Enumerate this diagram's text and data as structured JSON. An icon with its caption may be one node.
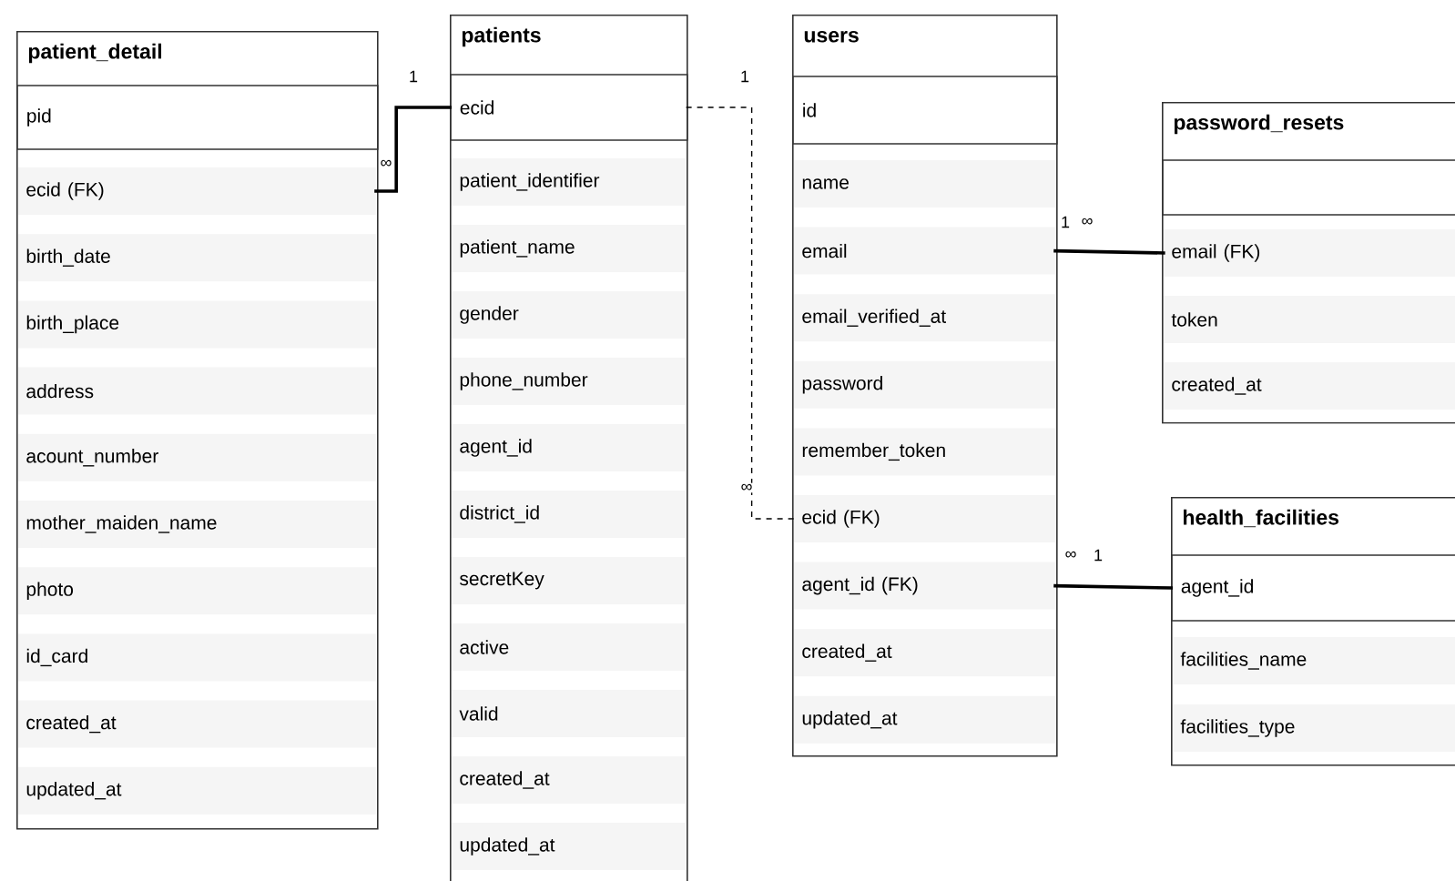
{
  "diagram": {
    "nodes": [
      {
        "text": [
          "patient_detail"
        ]
      },
      {
        "text": [
          "pid"
        ],
        "in": 0
      },
      {
        "text": [
          "ecid (FK)"
        ],
        "in": 0
      },
      {
        "text": [
          "birth_date"
        ],
        "in": 0
      },
      {
        "text": [
          "birth_place"
        ],
        "in": 0
      },
      {
        "text": [
          "address"
        ],
        "in": 0
      },
      {
        "text": [
          "acount_number"
        ],
        "in": 0
      },
      {
        "text": [
          "mother_maiden_name"
        ],
        "in": 0
      },
      {
        "text": [
          "photo"
        ],
        "in": 0
      },
      {
        "text": [
          "id_card"
        ],
        "in": 0
      },
      {
        "text": [
          "created_at"
        ],
        "in": 0
      },
      {
        "text": [
          "updated_at"
        ],
        "in": 0
      },
      {
        "text": [
          "patients"
        ]
      },
      {
        "text": [
          "ecid"
        ],
        "in": 12
      },
      {
        "text": [
          "patient_identifier"
        ],
        "in": 12
      },
      {
        "text": [
          "patient_name"
        ],
        "in": 12
      },
      {
        "text": [
          "gender"
        ],
        "in": 12
      },
      {
        "text": [
          "phone_number"
        ],
        "in": 12
      },
      {
        "text": [
          "agent_id"
        ],
        "in": 12
      },
      {
        "text": [
          "district_id"
        ],
        "in": 12
      },
      {
        "text": [
          "secretKey"
        ],
        "in": 12
      },
      {
        "text": [
          "active"
        ],
        "in": 12
      },
      {
        "text": [
          "valid"
        ],
        "in": 12
      },
      {
        "text": [
          "created_at"
        ],
        "in": 12
      },
      {
        "text": [
          "updated_at"
        ],
        "in": 12
      },
      {
        "text": [
          "users"
        ]
      },
      {
        "text": [
          "id"
        ],
        "in": 25
      },
      {
        "text": [
          "name"
        ],
        "in": 25
      },
      {
        "text": [
          "email"
        ],
        "in": 25
      },
      {
        "text": [
          "email_verified_at"
        ],
        "in": 25
      },
      {
        "text": [
          "password"
        ],
        "in": 25
      },
      {
        "text": [
          "remember_token"
        ],
        "in": 25
      },
      {
        "text": [
          "ecid (FK)"
        ],
        "in": 25
      },
      {
        "text": [
          "agent_id (FK)"
        ],
        "in": 25
      },
      {
        "text": [
          "created_at"
        ],
        "in": 25
      },
      {
        "text": [
          "updated_at"
        ],
        "in": 25
      },
      {
        "text": [
          "password_resets"
        ]
      },
      {
        "text": [],
        "shape": "box",
        "in": 36
      },
      {
        "text": [
          "email (FK)"
        ],
        "in": 36
      },
      {
        "text": [
          "token"
        ],
        "in": 36
      },
      {
        "text": [
          "created_at"
        ],
        "in": 36
      },
      {
        "text": [
          "health_facilities"
        ]
      },
      {
        "text": [
          "agent_id"
        ],
        "in": 41
      },
      {
        "text": [
          "facilities_name"
        ],
        "in": 41
      },
      {
        "text": [
          "facilities_type"
        ],
        "in": 41
      }
    ],
    "edges": [
      {
        "from": 2,
        "to": 13,
        "arrow": "none"
      },
      {
        "from": 13,
        "to": 32,
        "arrow": "none",
        "style": "dashed"
      },
      {
        "from": 28,
        "to": 38,
        "arrow": "none"
      },
      {
        "from": 33,
        "to": 42,
        "arrow": "none"
      }
    ],
    "labels": [
      "1",
      "1",
      "∞",
      "1",
      "∞",
      "∞",
      "∞",
      "1"
    ]
  }
}
